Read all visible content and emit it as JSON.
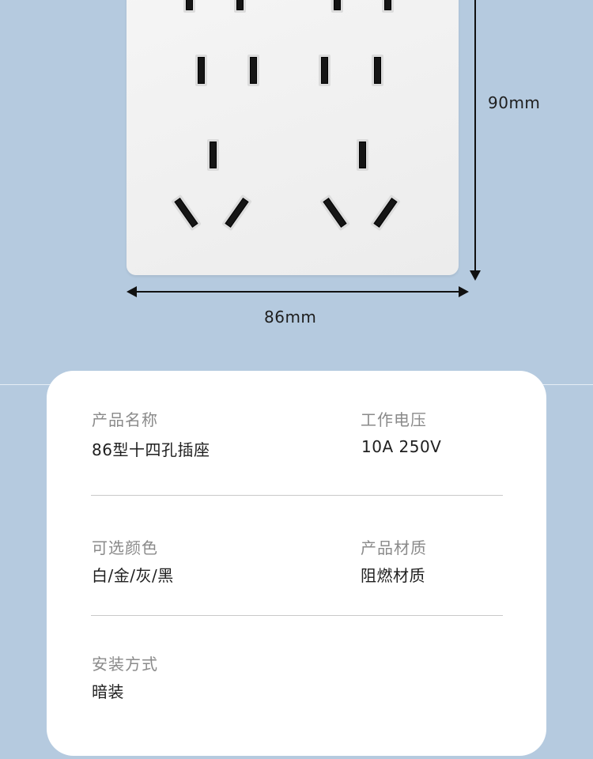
{
  "dimensions": {
    "height_label": "90mm",
    "width_label": "86mm"
  },
  "specs": {
    "name": {
      "label": "产品名称",
      "value": "86型十四孔插座"
    },
    "voltage": {
      "label": "工作电压",
      "value": "10A 250V"
    },
    "colors": {
      "label": "可选颜色",
      "value": "白/金/灰/黑"
    },
    "material": {
      "label": "产品材质",
      "value": "阻燃材质"
    },
    "install": {
      "label": "安装方式",
      "value": "暗装"
    }
  },
  "theme": {
    "background": "#b5cadf",
    "panel": "#eeeeee",
    "card": "#ffffff"
  }
}
